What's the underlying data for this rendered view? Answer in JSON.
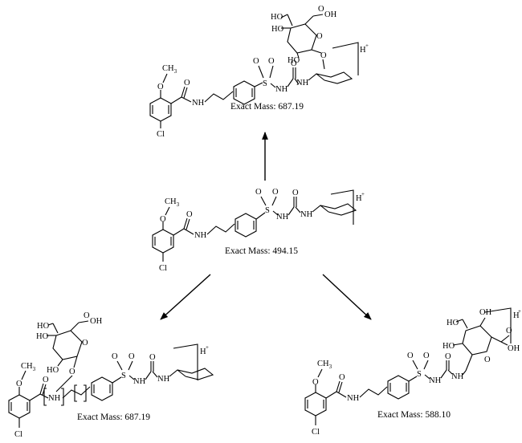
{
  "atoms": {
    "oxygen": "O",
    "methyl": "CH",
    "methyl_sub": "3",
    "nitrogen_h": "NH",
    "sulfur": "S",
    "chlorine": "Cl",
    "hydroxyl": "HO",
    "carboxyl": "OH",
    "hydrogen": "H",
    "charge": "+"
  },
  "structures": [
    {
      "id": "glucuronide-cyclohexyl",
      "mass_label": "Exact Mass: 687.19"
    },
    {
      "id": "parent",
      "mass_label": "Exact Mass: 494.15"
    },
    {
      "id": "glucuronide-amide",
      "mass_label": "Exact Mass: 687.19"
    },
    {
      "id": "glucuronide-urea",
      "mass_label": "Exact Mass: 588.10"
    }
  ],
  "arrows": [
    {
      "from": "parent",
      "to": "glucuronide-cyclohexyl"
    },
    {
      "from": "parent",
      "to": "glucuronide-amide"
    },
    {
      "from": "parent",
      "to": "glucuronide-urea"
    }
  ]
}
